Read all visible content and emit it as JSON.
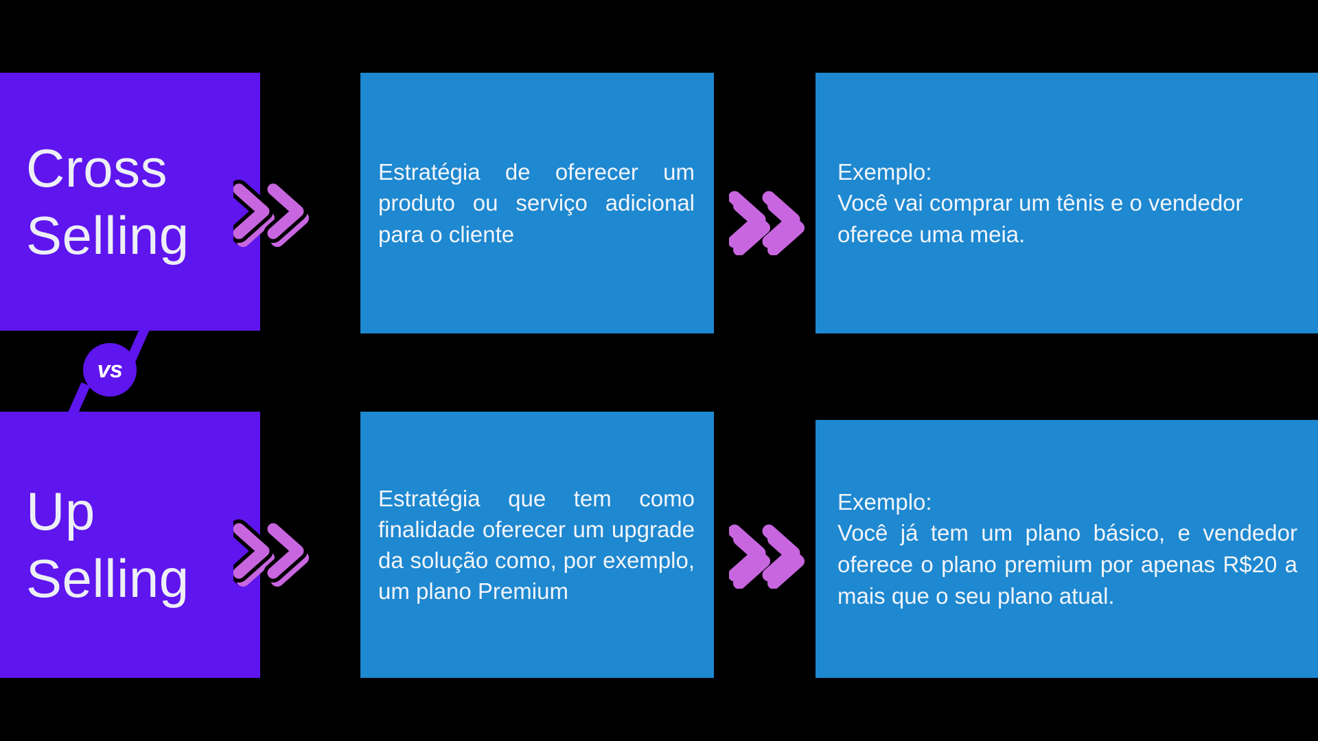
{
  "theme": {
    "background_color": "#000000",
    "label_box_color": "#5E15EE",
    "content_box_color": "#1E88D0",
    "text_color": "#F2F5FA",
    "arrow_color": "#C866E0",
    "arrow_outline_color": "#000000"
  },
  "comparison": {
    "vs_badge_label": "vs"
  },
  "rows": [
    {
      "id": "cross-selling",
      "label": "Cross\nSelling",
      "description": "Estratégia de oferecer um produto ou serviço adicional para o cliente",
      "example_heading": "Exemplo:",
      "example_body": "Você vai comprar um tênis e o vendedor oferece uma meia.",
      "arrow_1_name": "double-chevron-icon",
      "arrow_2_name": "double-chevron-icon"
    },
    {
      "id": "up-selling",
      "label": "Up\nSelling",
      "description": "Estratégia que tem como finalidade oferecer um upgrade da solução como, por exemplo, um plano Premium",
      "example_heading": "Exemplo:",
      "example_body": "Você já tem um plano básico, e vendedor oferece o plano premium por apenas R$20 a mais que o seu plano atual.",
      "arrow_1_name": "double-chevron-icon",
      "arrow_2_name": "double-chevron-icon"
    }
  ]
}
